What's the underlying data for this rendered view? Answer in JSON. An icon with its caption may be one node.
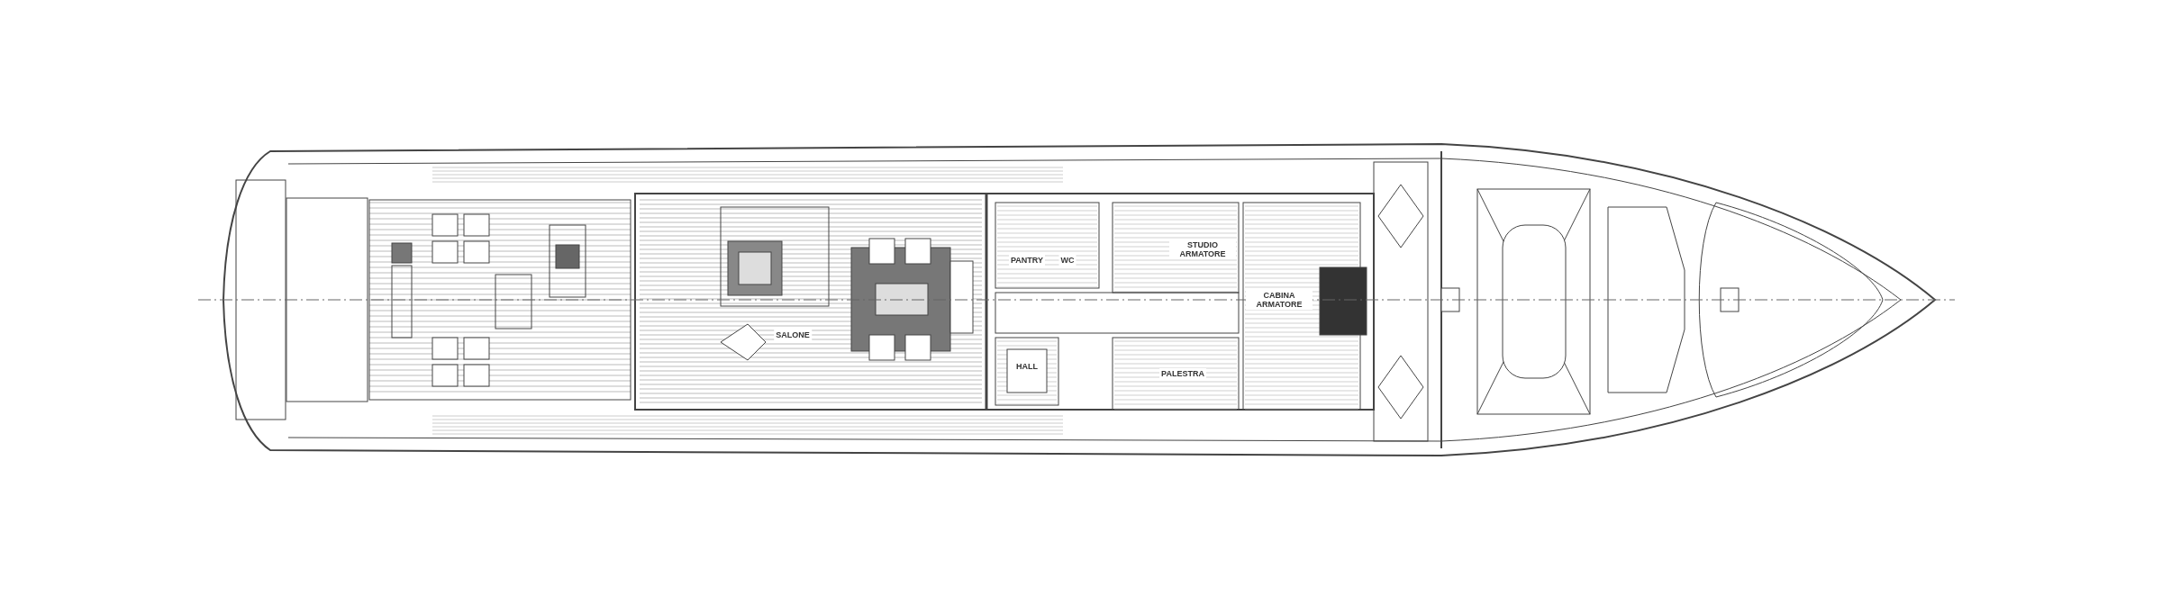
{
  "diagram": {
    "labels": [
      "SALONE",
      "PANTRY",
      "WC",
      "HALL",
      "STUDIO ARMATORE",
      "PALESTRA",
      "CABINA ARMATORE"
    ]
  }
}
